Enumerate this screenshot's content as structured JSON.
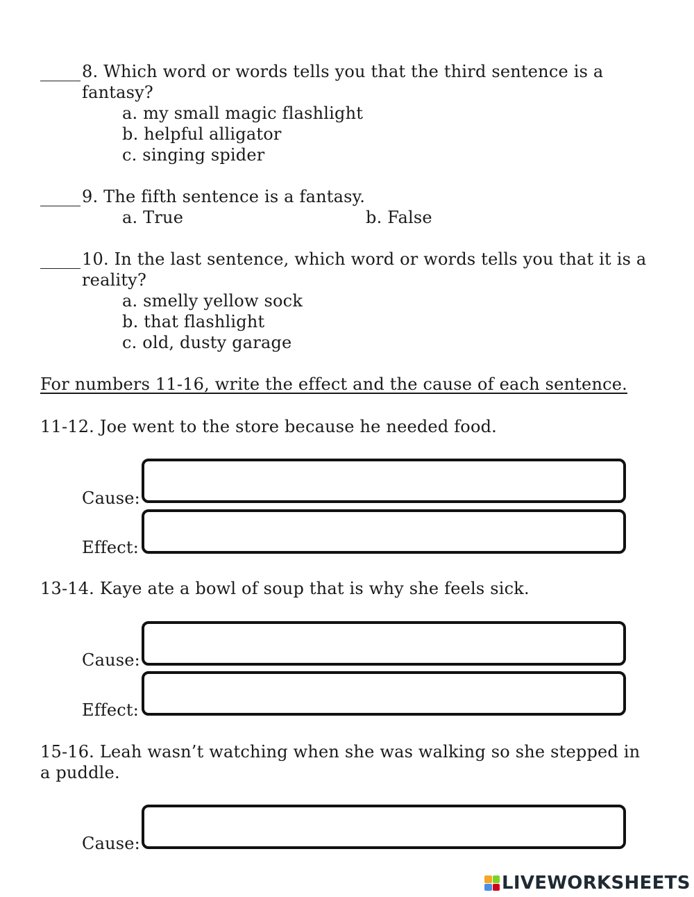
{
  "q8": {
    "question_line1": "8. Which word or words tells you that the third sentence is a",
    "question_line2": "fantasy?",
    "options": [
      "a. my small magic flashlight",
      "b. helpful alligator",
      "c. singing spider"
    ]
  },
  "q9": {
    "question": "9. The fifth sentence is a fantasy.",
    "option_a": "a. True",
    "option_b": "b. False"
  },
  "q10": {
    "question_line1": "10. In the last sentence, which word or words tells you that it is a",
    "question_line2": "reality?",
    "options": [
      "a. smelly yellow sock",
      "b. that flashlight",
      "c. old, dusty garage"
    ]
  },
  "instructions": "For numbers 11-16, write the effect and the cause of each sentence.",
  "q11_12": {
    "sentence": "11-12. Joe went to the store because he needed food."
  },
  "q13_14": {
    "sentence": "13-14. Kaye ate a bowl of soup that is why she feels sick."
  },
  "q15_16": {
    "sentence_line1": "15-16. Leah wasn’t watching when she was walking so she stepped in",
    "sentence_line2": "a puddle."
  },
  "labels": {
    "cause": "Cause:",
    "effect": "Effect:"
  },
  "brand": {
    "name": "LIVEWORKSHEETS",
    "icon_colors": [
      "#f5a623",
      "#7ed321",
      "#4a90e2",
      "#d0021b"
    ]
  }
}
